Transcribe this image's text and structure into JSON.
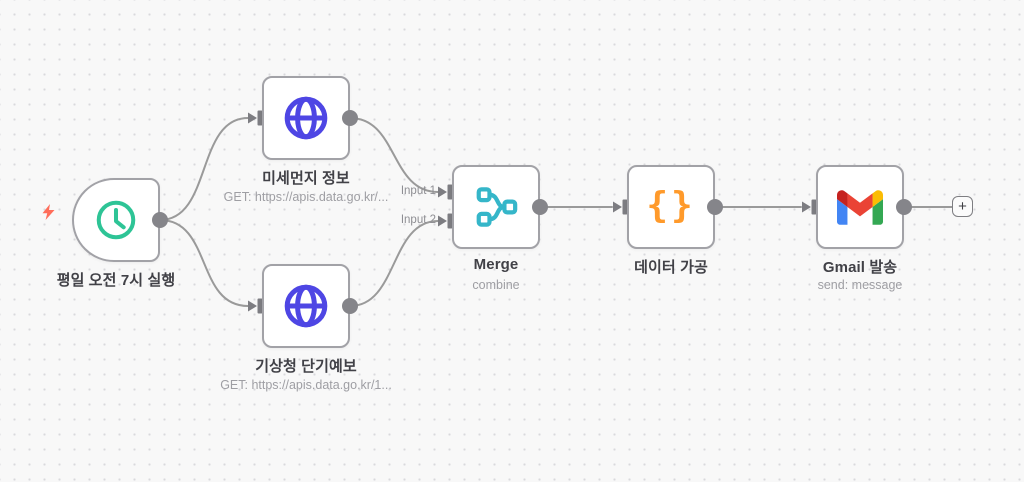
{
  "canvas": {
    "background_color": "#f8f8f8",
    "dot_color": "#d9d9dc",
    "connector_color": "#9a9a9a"
  },
  "nodes": {
    "trigger": {
      "label": "평일 오전 7시 실행",
      "icon": "clock-icon",
      "icon_color": "#2ec496"
    },
    "dust_api": {
      "label": "미세먼지 정보",
      "subtitle": "GET: https://apis.data.go.kr/...",
      "icon": "globe-icon",
      "icon_color": "#4e46e4"
    },
    "weather_api": {
      "label": "기상청 단기예보",
      "subtitle": "GET: https://apis.data.go.kr/1...",
      "icon": "globe-icon",
      "icon_color": "#4e46e4"
    },
    "merge": {
      "label": "Merge",
      "subtitle": "combine",
      "icon": "merge-icon",
      "icon_color": "#35b6c9",
      "input_labels": [
        "Input 1",
        "Input 2"
      ]
    },
    "code": {
      "label": "데이터 가공",
      "glyph": "{}",
      "icon": "code-braces-icon",
      "icon_color": "#ff9a2b"
    },
    "gmail": {
      "label": "Gmail 발송",
      "subtitle": "send: message",
      "icon": "gmail-icon",
      "icon_colors": {
        "blue": "#4285f4",
        "red": "#ea4335",
        "yellow": "#fbbc04",
        "green": "#34a853",
        "dark_red": "#c5221f"
      }
    }
  },
  "indicators": {
    "trigger_lightning_color": "#ff6d5a"
  },
  "add_button": {
    "label": "+"
  }
}
